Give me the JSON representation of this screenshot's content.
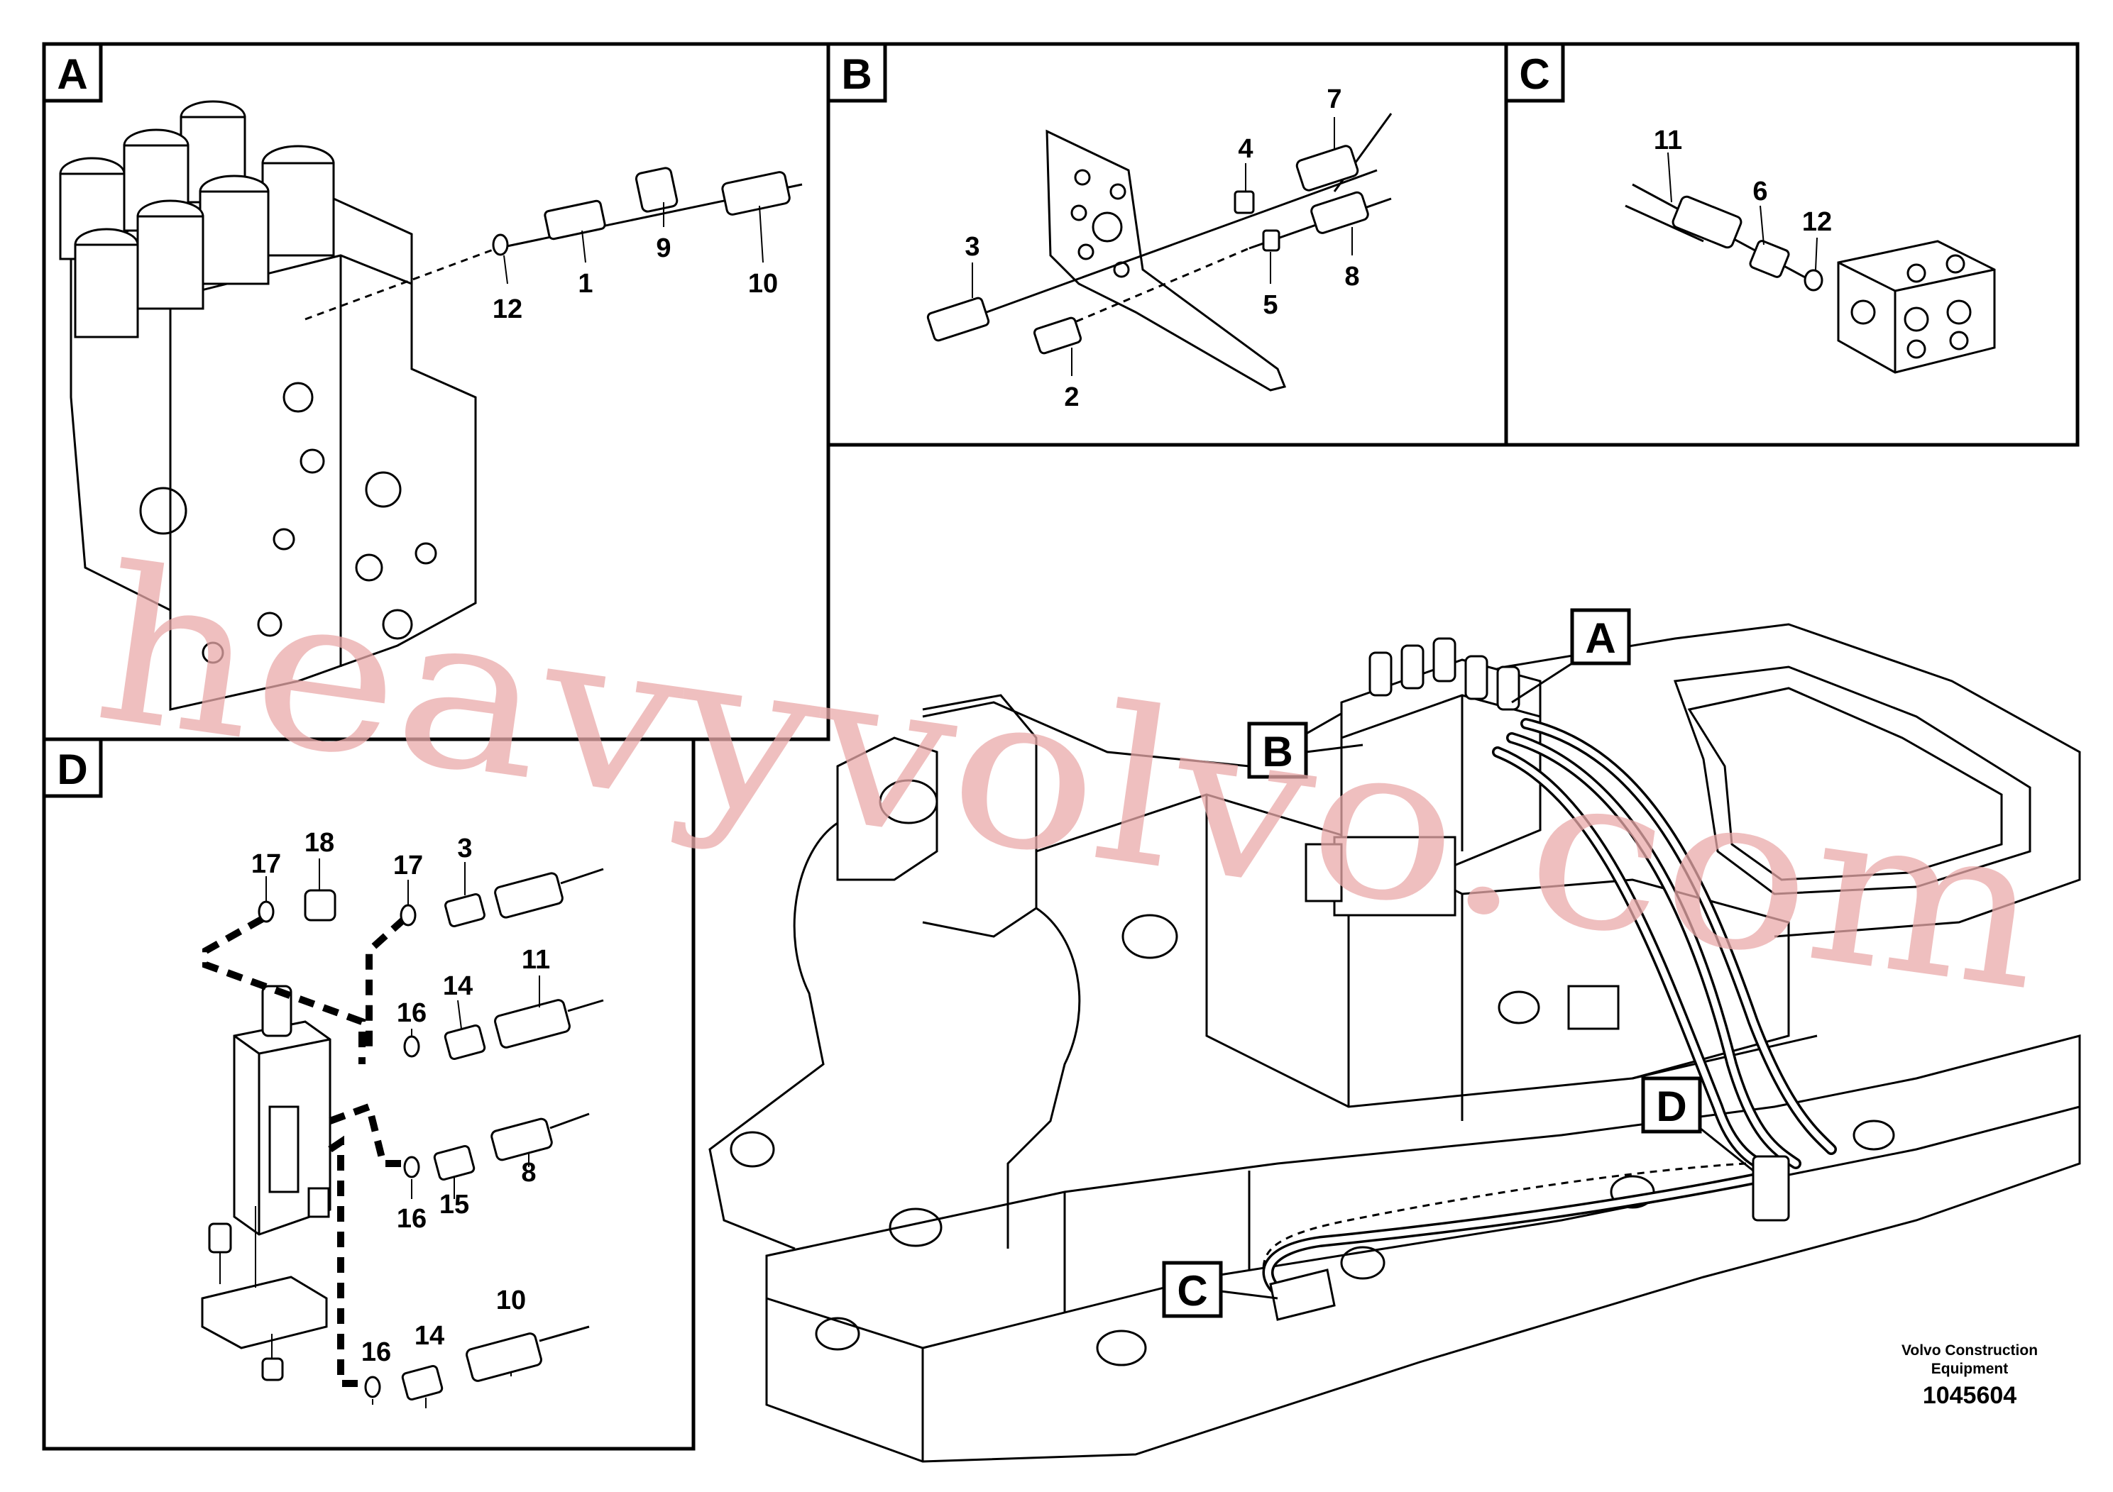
{
  "panels": {
    "A": {
      "tag": "A",
      "callouts": [
        "12",
        "1",
        "9",
        "10"
      ]
    },
    "B": {
      "tag": "B",
      "callouts": [
        "3",
        "2",
        "4",
        "5",
        "7",
        "8"
      ]
    },
    "C": {
      "tag": "C",
      "callouts": [
        "11",
        "6",
        "12"
      ]
    },
    "D": {
      "tag": "D",
      "callouts": [
        "17",
        "18",
        "17",
        "3",
        "11",
        "14",
        "16",
        "16",
        "15",
        "8",
        "16",
        "14",
        "10"
      ]
    }
  },
  "main_view": {
    "pointers": [
      "A",
      "B",
      "C",
      "D"
    ]
  },
  "brand": {
    "line1": "Volvo Construction",
    "line2": "Equipment"
  },
  "drawing_number": "1045604",
  "watermark": "heavyvolvo.com"
}
